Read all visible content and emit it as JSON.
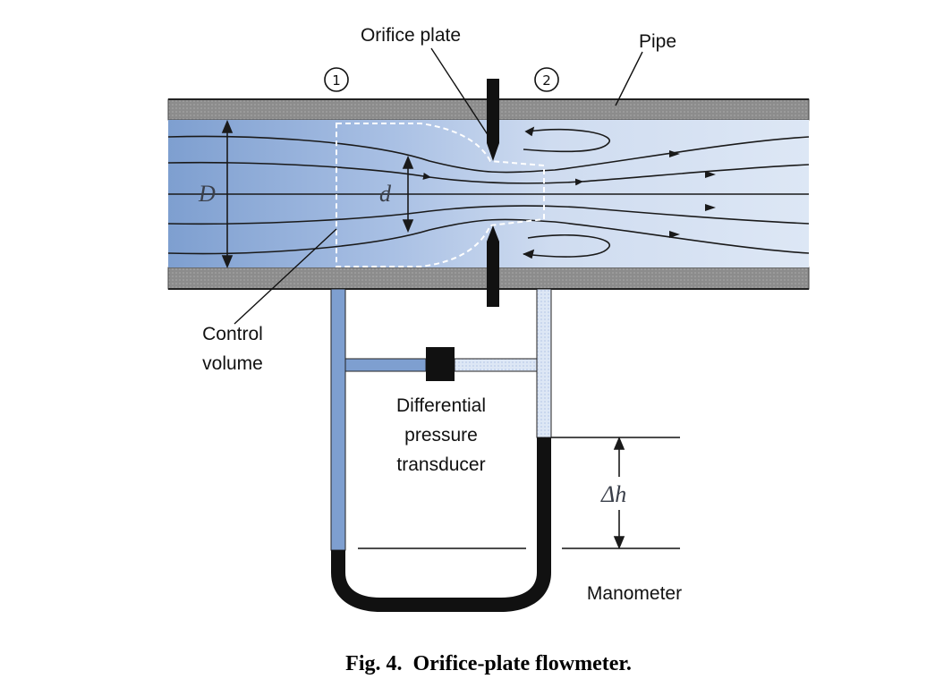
{
  "labels": {
    "orifice_plate": "Orifice plate",
    "pipe": "Pipe",
    "station_1": "1",
    "station_2": "2",
    "pipe_diameter": "D",
    "orifice_diameter": "d",
    "control_volume_line1": "Control",
    "control_volume_line2": "volume",
    "transducer_line1": "Differential",
    "transducer_line2": "pressure",
    "transducer_line3": "transducer",
    "delta_h": "Δh",
    "manometer": "Manometer"
  },
  "caption": "Fig. 4.  Orifice-plate flowmeter.",
  "colors": {
    "pipe_wall": "#8c8c8c",
    "fluid_left": "#7e9fd0",
    "fluid_right": "#dfe9f6",
    "manometer_fluid": "#111111",
    "streamline": "#1a1a1a"
  }
}
